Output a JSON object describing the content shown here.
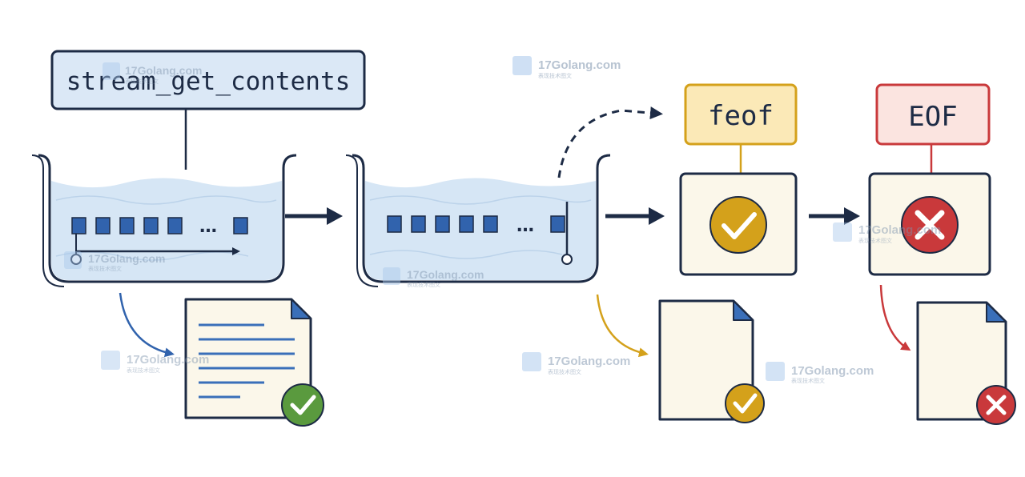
{
  "labels": {
    "function_name": "stream_get_contents",
    "feof_label": "feof",
    "eof_label": "EOF",
    "ellipsis": "…"
  },
  "watermark": {
    "text": "17Golang.com",
    "subtext": "表现技术图文"
  },
  "colors": {
    "navy": "#1d2b45",
    "liquid": "#d6e6f5",
    "block": "#3163ad",
    "blue_box": "#dbe8f6",
    "amber": "#d4a11b",
    "amber_box": "#fbe9b7",
    "red": "#c9393b",
    "red_box": "#fbe4e0",
    "green": "#5a9a3e",
    "cream": "#fbf7ea",
    "doc_line": "#3a6fb9"
  }
}
